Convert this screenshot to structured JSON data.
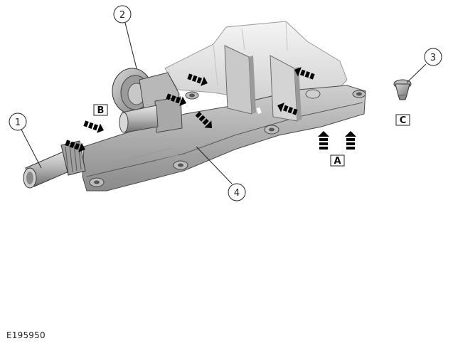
{
  "figure_id": "E195950",
  "callouts": [
    "1",
    "2",
    "3",
    "4"
  ],
  "view_labels": [
    "A",
    "B",
    "C"
  ],
  "colors": {
    "housing_light": "#e6e6e6",
    "housing_mid": "#bdbdbd",
    "housing_dark": "#7d7d7d",
    "outline": "#3a3a3a",
    "arrow": "#000000"
  },
  "icons": [
    "direction-arrow-icon"
  ]
}
